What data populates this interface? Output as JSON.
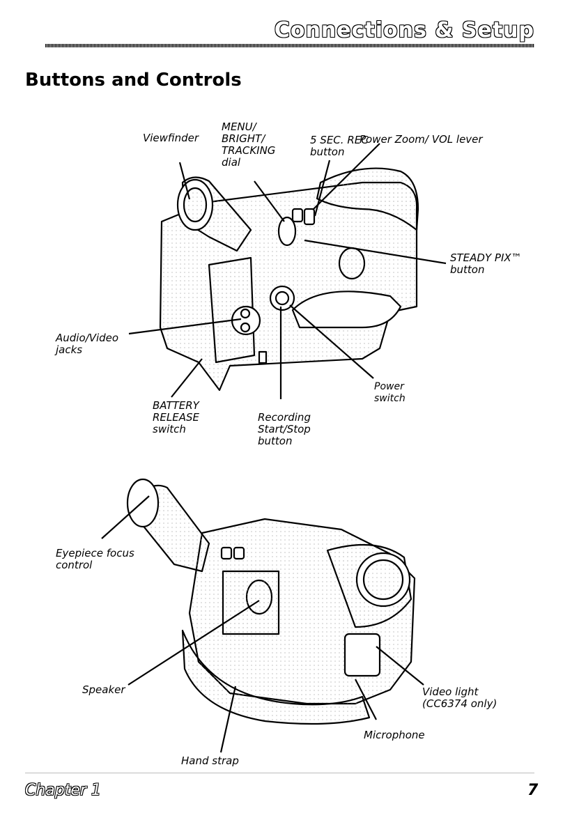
{
  "header": {
    "title": "Connections & Setup"
  },
  "section_title": "Buttons and Controls",
  "top_figure": {
    "labels": {
      "viewfinder": "Viewfinder",
      "menu_dial": "MENU/\nBRIGHT/\nTRACKING\ndial",
      "sec_rec": "5 SEC. REC\nbutton",
      "power_zoom": "Power Zoom/ VOL lever",
      "steady_pix": "STEADY PIX™\nbutton",
      "av_jacks": "Audio/Video\njacks",
      "battery_release": "BATTERY\nRELEASE\nswitch",
      "recording": "Recording\nStart/Stop\nbutton",
      "power_switch": "Power\nswitch"
    }
  },
  "bottom_figure": {
    "labels": {
      "eyepiece": "Eyepiece focus\ncontrol",
      "speaker": "Speaker",
      "hand_strap": "Hand strap",
      "microphone": "Microphone",
      "video_light": "Video light\n(CC6374 only)"
    }
  },
  "footer": {
    "chapter": "Chapter 1",
    "page_number": "7"
  }
}
